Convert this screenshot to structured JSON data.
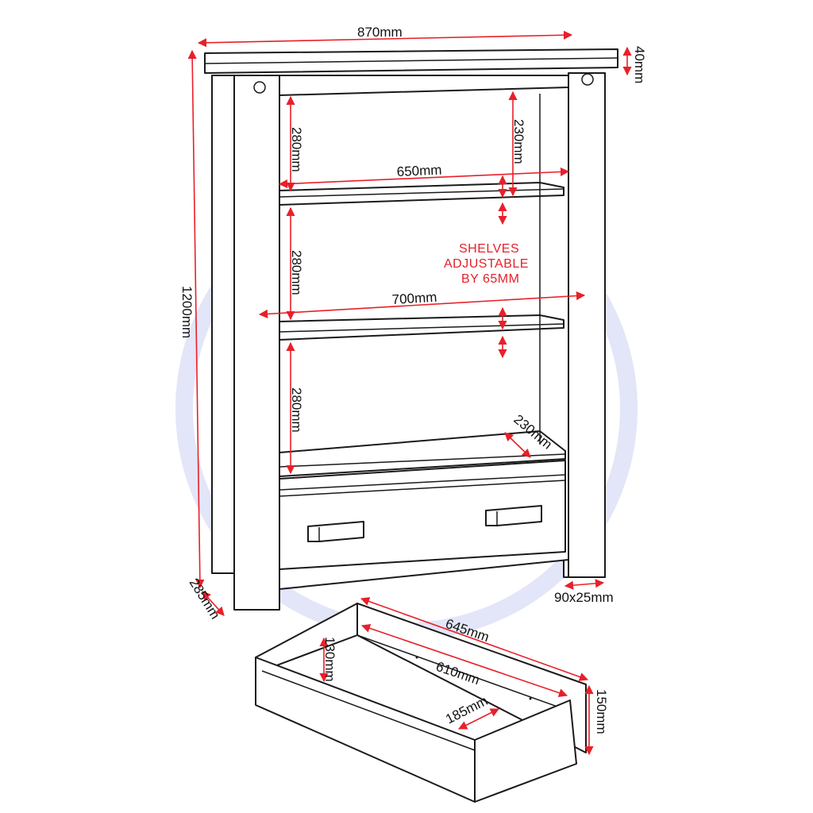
{
  "colors": {
    "dimension": "#e8202a",
    "outline": "#1a1a1a",
    "watermark": "#e3e6f8"
  },
  "dimensions": {
    "overall_width": "870mm",
    "top_thickness": "40mm",
    "overall_height": "1200mm",
    "depth": "285mm",
    "leg_size": "90x25mm",
    "shelf_gap_top": "280mm",
    "shelf_gap_middle": "280mm",
    "shelf_gap_bottom": "280mm",
    "top_shelf_clear": "230mm",
    "top_shelf_width": "650mm",
    "middle_shelf_width": "700mm",
    "shelf_depth": "230mm",
    "drawer_width": "645mm",
    "drawer_inner_width": "610mm",
    "drawer_height": "150mm",
    "drawer_inner_height": "130mm",
    "drawer_inner_depth": "185mm"
  },
  "note": {
    "line1": "SHELVES",
    "line2": "ADJUSTABLE",
    "line3": "BY 65MM"
  }
}
